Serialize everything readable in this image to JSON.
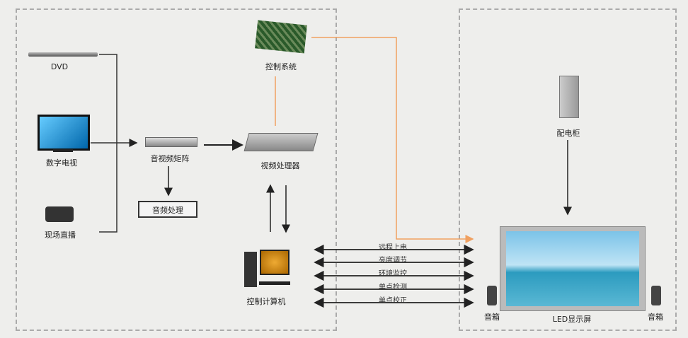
{
  "sources": {
    "dvd": "DVD",
    "tv": "数字电视",
    "live": "现场直播"
  },
  "av_matrix": "音视频矩阵",
  "audio_processing": "音频处理",
  "video_processor": "视频处理器",
  "control_system": "控制系统",
  "control_computer": "控制计算机",
  "power_cabinet": "配电柜",
  "led_screen": "LED显示屏",
  "speaker_left": "音箱",
  "speaker_right": "音箱",
  "links": [
    "远程上电",
    "亮度调节",
    "环境监控",
    "单点检测",
    "单点校正"
  ],
  "colors": {
    "orange": "#f0a060",
    "line": "#222222"
  }
}
